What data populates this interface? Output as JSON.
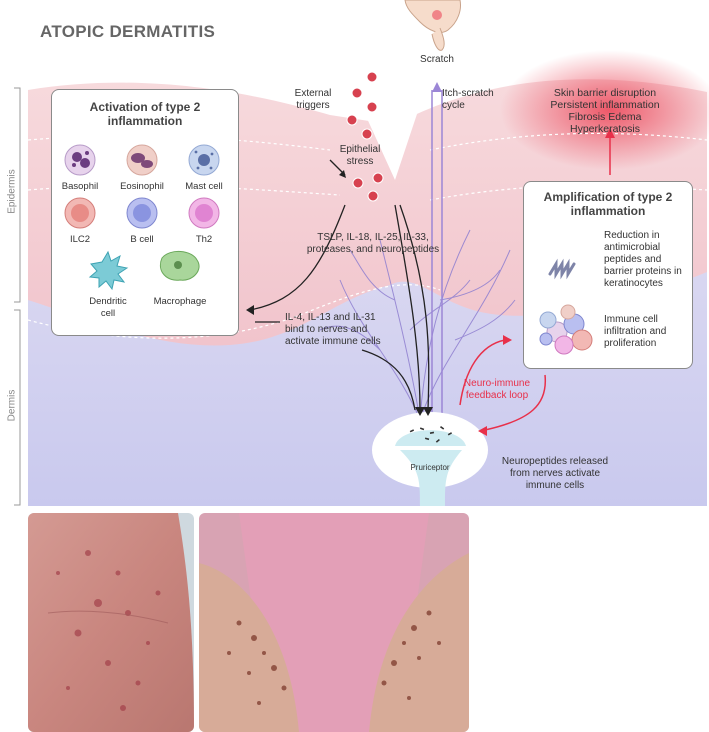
{
  "title": "ATOPIC DERMATITIS",
  "layers": {
    "epidermis": "Epidermis",
    "dermis": "Dermis"
  },
  "labels": {
    "scratch": "Scratch",
    "external_triggers": "External triggers",
    "epithelial_stress": "Epithelial stress",
    "itch_scratch_cycle": "Itch-scratch cycle",
    "skin_effects": [
      "Skin barrier disruption",
      "Persistent inflammation",
      "Fibrosis Edema",
      "Hyperkeratosis"
    ],
    "cytokines": "TSLP, IL-18, IL-25, IL-33, proteases, and neuropeptides",
    "il_bind": "IL-4, IL-13 and IL-31 bind to nerves and activate immune cells",
    "neuro_immune": "Neuro-immune feedback loop",
    "pruriceptor": "Pruriceptor",
    "neuropeptides_released": "Neuropeptides released from nerves activate immune cells"
  },
  "activation_box": {
    "title": "Activation of type 2 inflammation",
    "cells": [
      {
        "name": "Basophil"
      },
      {
        "name": "Eosinophil"
      },
      {
        "name": "Mast cell"
      },
      {
        "name": "ILC2"
      },
      {
        "name": "B cell"
      },
      {
        "name": "Th2"
      },
      {
        "name": "Dendritic cell"
      },
      {
        "name": "Macrophage"
      }
    ]
  },
  "amplification_box": {
    "title": "Amplification of type 2 inflammation",
    "items": [
      {
        "text": "Reduction in antimicrobial peptides and barrier proteins in keratinocytes"
      },
      {
        "text": "Immune cell infiltration and proliferation"
      }
    ]
  },
  "colors": {
    "epidermis_pink": "#f3c9cf",
    "dermis_lavender": "#cfcfee",
    "accent_red": "#e8304a",
    "nerve_purple": "#8f7fd0",
    "pruriceptor_blue": "#cdebf1"
  }
}
